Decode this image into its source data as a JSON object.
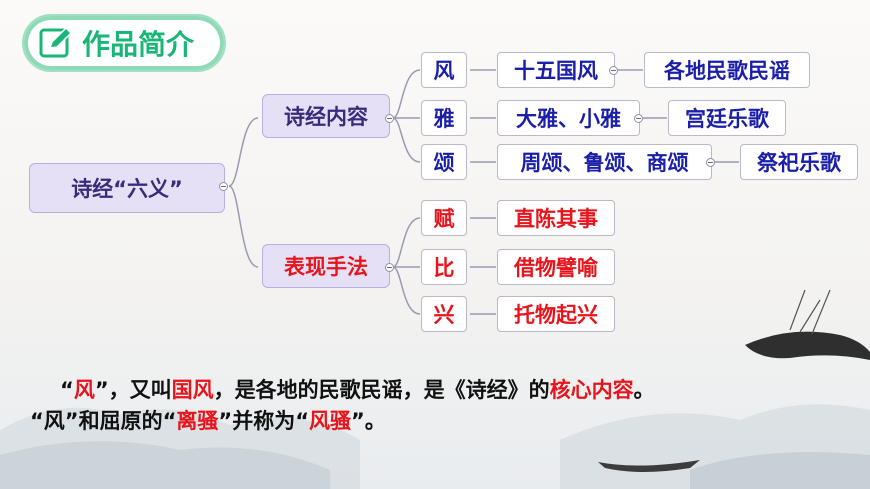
{
  "title": "作品简介",
  "root": "诗经“六义”",
  "branches": [
    {
      "label": "诗经内容",
      "items": [
        {
          "name": "风",
          "desc": "十五国风",
          "meaning": "各地民歌民谣"
        },
        {
          "name": "雅",
          "desc": "大雅、小雅",
          "meaning": "宫廷乐歌"
        },
        {
          "name": "颂",
          "desc": "周颂、鲁颂、商颂",
          "meaning": "祭祀乐歌"
        }
      ]
    },
    {
      "label": "表现手法",
      "items": [
        {
          "name": "赋",
          "desc": "直陈其事"
        },
        {
          "name": "比",
          "desc": "借物譬喻"
        },
        {
          "name": "兴",
          "desc": "托物起兴"
        }
      ]
    }
  ],
  "note": {
    "line1": [
      {
        "text": "“",
        "color": "black"
      },
      {
        "text": "风",
        "color": "red"
      },
      {
        "text": "”，又叫",
        "color": "black"
      },
      {
        "text": "国风",
        "color": "red"
      },
      {
        "text": "，是各地的民歌民谣，是《诗经》的",
        "color": "black"
      },
      {
        "text": "核心内容",
        "color": "red"
      },
      {
        "text": "。",
        "color": "black"
      }
    ],
    "line2": [
      {
        "text": "“风”和屈原的“",
        "color": "black"
      },
      {
        "text": "离骚",
        "color": "red"
      },
      {
        "text": "”并称为“",
        "color": "black"
      },
      {
        "text": "风骚",
        "color": "red"
      },
      {
        "text": "”。",
        "color": "black"
      }
    ]
  },
  "colors": {
    "accent": "#18b777",
    "blue": "#1b1fa8",
    "red": "#e8141b",
    "line": "#9a9ab2"
  }
}
